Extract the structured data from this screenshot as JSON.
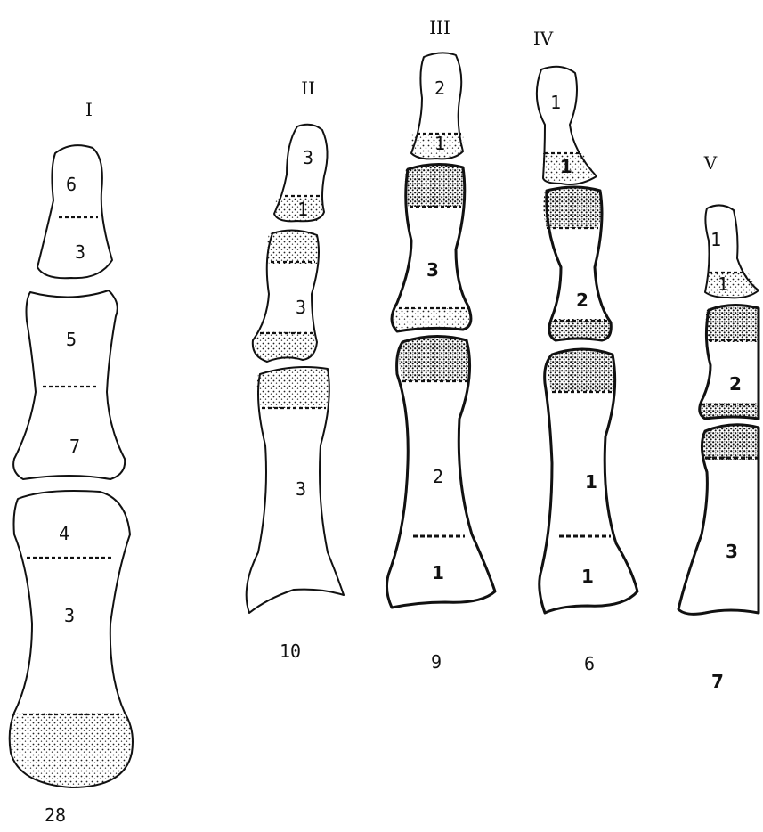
{
  "digits": [
    {
      "id": "I",
      "title": "I",
      "total": "28",
      "bones": [
        {
          "name": "distal-phalanx",
          "labels": [
            "6",
            "3"
          ]
        },
        {
          "name": "proximal-phalanx",
          "labels": [
            "5",
            "7"
          ]
        },
        {
          "name": "metacarpal",
          "labels": [
            "4",
            "3"
          ]
        }
      ]
    },
    {
      "id": "II",
      "title": "II",
      "total": "10",
      "bones": [
        {
          "name": "distal-phalanx",
          "labels": [
            "3",
            "1"
          ]
        },
        {
          "name": "middle-phalanx",
          "labels": [
            "3"
          ]
        },
        {
          "name": "metacarpal",
          "labels": [
            "3"
          ]
        }
      ]
    },
    {
      "id": "III",
      "title": "III",
      "total": "9",
      "bones": [
        {
          "name": "distal-phalanx",
          "labels": [
            "2",
            "1"
          ]
        },
        {
          "name": "middle-phalanx",
          "labels": [
            "3"
          ]
        },
        {
          "name": "metacarpal",
          "labels": [
            "2",
            "1"
          ]
        }
      ]
    },
    {
      "id": "IV",
      "title": "IV",
      "total": "6",
      "bones": [
        {
          "name": "distal-phalanx",
          "labels": [
            "1",
            "1"
          ]
        },
        {
          "name": "middle-phalanx",
          "labels": [
            "2"
          ]
        },
        {
          "name": "metacarpal",
          "labels": [
            "1",
            "1"
          ]
        }
      ]
    },
    {
      "id": "V",
      "title": "V",
      "total": "7",
      "bones": [
        {
          "name": "distal-phalanx",
          "labels": [
            "1",
            "1"
          ]
        },
        {
          "name": "middle-phalanx",
          "labels": [
            "2"
          ]
        },
        {
          "name": "metacarpal",
          "labels": [
            "3"
          ]
        }
      ]
    }
  ]
}
